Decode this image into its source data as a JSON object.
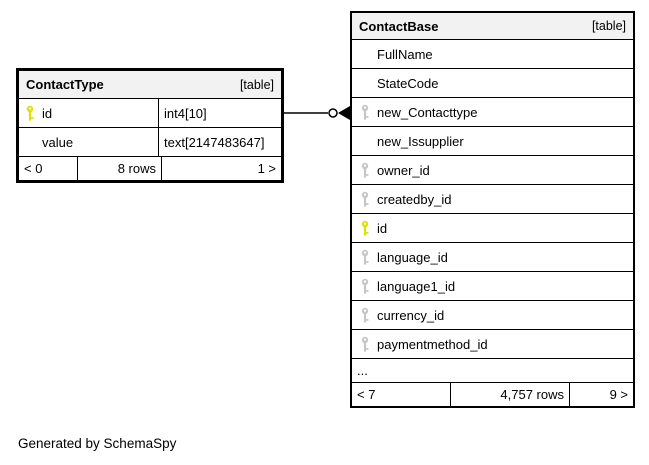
{
  "diagram": {
    "footer_note": "Generated by SchemaSpy",
    "colors": {
      "primary_key": "#dfdf00",
      "foreign_key": "#c6c6c6",
      "header_bg": "#f2f2f2",
      "border": "#000000"
    }
  },
  "relationship": {
    "from_table": "ContactType",
    "from_column": "id",
    "to_table": "ContactBase",
    "to_column": "new_Contacttype",
    "near_end": "one-circle",
    "far_end": "crow-foot-arrow"
  },
  "tables": {
    "contact_type": {
      "title": "ContactType",
      "tag": "[table]",
      "columns": [
        {
          "name": "id",
          "type": "int4[10]",
          "key": "primary"
        },
        {
          "name": "value",
          "type": "text[2147483647]",
          "key": "none"
        }
      ],
      "footer": {
        "left": "< 0",
        "rows": "8 rows",
        "right": "1 >"
      }
    },
    "contact_base": {
      "title": "ContactBase",
      "tag": "[table]",
      "columns": [
        {
          "name": "FullName",
          "key": "none"
        },
        {
          "name": "StateCode",
          "key": "none"
        },
        {
          "name": "new_Contacttype",
          "key": "foreign"
        },
        {
          "name": "new_Issupplier",
          "key": "none"
        },
        {
          "name": "owner_id",
          "key": "foreign"
        },
        {
          "name": "createdby_id",
          "key": "foreign"
        },
        {
          "name": "id",
          "key": "primary"
        },
        {
          "name": "language_id",
          "key": "foreign"
        },
        {
          "name": "language1_id",
          "key": "foreign"
        },
        {
          "name": "currency_id",
          "key": "foreign"
        },
        {
          "name": "paymentmethod_id",
          "key": "foreign"
        }
      ],
      "ellipsis": "...",
      "footer": {
        "left": "< 7",
        "rows": "4,757 rows",
        "right": "9 >"
      }
    }
  }
}
